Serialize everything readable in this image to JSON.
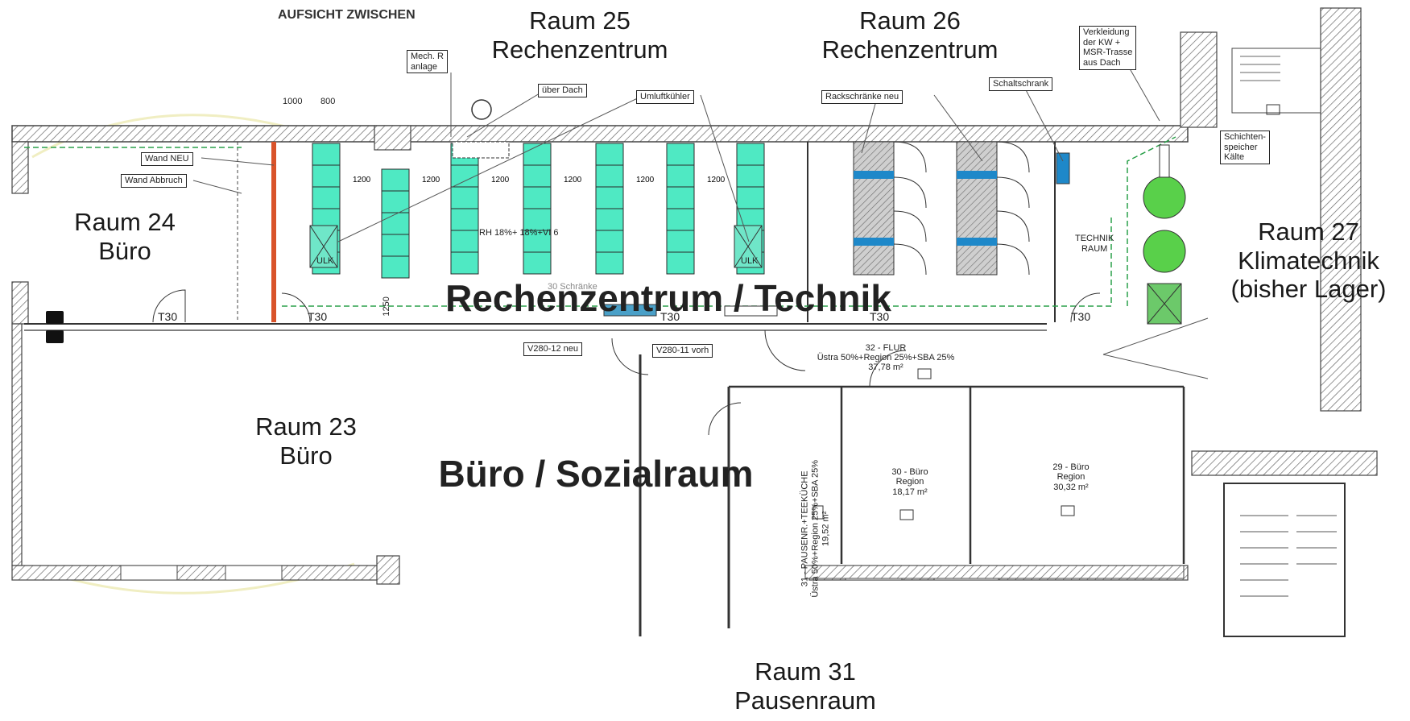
{
  "plan": {
    "header_label": "AUFSICHT ZWISCHEN",
    "zones": {
      "rechenzentrum_technik": "Rechenzentrum / Technik",
      "buero_sozialraum": "Büro / Sozialraum"
    },
    "rooms": {
      "raum24": "Raum 24\nBüro",
      "raum25": "Raum 25\nRechenzentrum",
      "raum26": "Raum 26\nRechenzentrum",
      "raum27": "Raum 27\nKlimatechnik\n(bisher Lager)",
      "raum23": "Raum 23\nBüro",
      "raum31": "Raum 31\nPausenraum"
    },
    "callouts": {
      "wand_neu": "Wand NEU",
      "wand_abbruch": "Wand Abbruch",
      "mech_anlage": "Mech. R\nanlage",
      "ueber_dach": "über Dach",
      "umluftkuehler": "Umluftkühler",
      "rackschraenke": "Rackschränke neu",
      "schaltschrank": "Schaltschrank",
      "verkleidung": "Verkleidung\nder KW +\nMSR-Trasse\naus Dach",
      "schichtenspeicher": "Schichten-\nspeicher\nKälte",
      "technik_raum": "TECHNIK\nRAUM",
      "v280_12": "V280-12 neu",
      "v280_11": "V280-11 vorh",
      "schraenke_note": "30 Schränke",
      "rh_note": "RH 18%+ 18%+VI 6",
      "flur_title": "32 - FLUR",
      "flur_split": "Üstra 50%+Region 25%+SBA 25%",
      "flur_area": "37,78 m²",
      "buero30_title": "30 - Büro",
      "buero30_region": "Region",
      "buero30_area": "18,17 m²",
      "buero29_title": "29 - Büro",
      "buero29_region": "Region",
      "buero29_area": "30,32 m²",
      "pausen_title": "31 - PAUSENR.+TEEKÜCHE",
      "pausen_split": "Üstra 50%+Region 25%+SBA 25%",
      "pausen_area": "19,52 m²",
      "dim_1000": "1000",
      "dim_800": "800",
      "dim_1200": "1200",
      "dim_1250": "1250",
      "ulk": "ULK"
    },
    "doors": [
      "T30",
      "T30",
      "T30",
      "T30",
      "T30"
    ],
    "colors": {
      "rack": "#4fe9c3",
      "wall_hatch": "#777777",
      "new_wall": "#d9532a",
      "cooling_circle": "#59d04a",
      "blue_duct": "#1e88c9",
      "green_line": "#2aa04a"
    }
  }
}
